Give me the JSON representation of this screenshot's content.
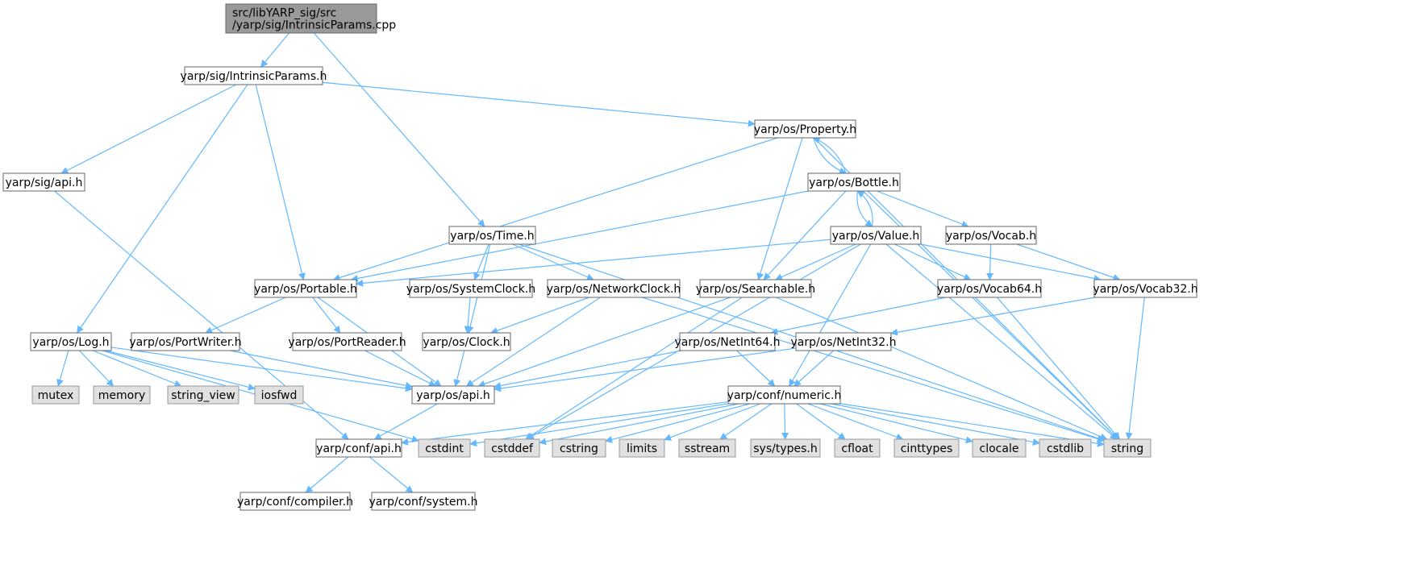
{
  "colors": {
    "edge": "#63b8ff",
    "node_border": "#666666",
    "node_fill": "#ffffff",
    "root_fill": "#999999",
    "system_fill": "#e0e0e0",
    "system_border": "#999999"
  },
  "nodes": [
    {
      "id": "root",
      "label": [
        "src/libYARP_sig/src",
        "/yarp/sig/IntrinsicParams.cpp"
      ],
      "kind": "root"
    },
    {
      "id": "sig_ip_h",
      "label": [
        "yarp/sig/IntrinsicParams.h"
      ],
      "kind": "header"
    },
    {
      "id": "sig_api_h",
      "label": [
        "yarp/sig/api.h"
      ],
      "kind": "header"
    },
    {
      "id": "os_property_h",
      "label": [
        "yarp/os/Property.h"
      ],
      "kind": "header"
    },
    {
      "id": "os_bottle_h",
      "label": [
        "yarp/os/Bottle.h"
      ],
      "kind": "header"
    },
    {
      "id": "os_time_h",
      "label": [
        "yarp/os/Time.h"
      ],
      "kind": "header"
    },
    {
      "id": "os_value_h",
      "label": [
        "yarp/os/Value.h"
      ],
      "kind": "header"
    },
    {
      "id": "os_vocab_h",
      "label": [
        "yarp/os/Vocab.h"
      ],
      "kind": "header"
    },
    {
      "id": "os_portable_h",
      "label": [
        "yarp/os/Portable.h"
      ],
      "kind": "header"
    },
    {
      "id": "os_sysclock_h",
      "label": [
        "yarp/os/SystemClock.h"
      ],
      "kind": "header"
    },
    {
      "id": "os_netclock_h",
      "label": [
        "yarp/os/NetworkClock.h"
      ],
      "kind": "header"
    },
    {
      "id": "os_searchable_h",
      "label": [
        "yarp/os/Searchable.h"
      ],
      "kind": "header"
    },
    {
      "id": "os_vocab64_h",
      "label": [
        "yarp/os/Vocab64.h"
      ],
      "kind": "header"
    },
    {
      "id": "os_vocab32_h",
      "label": [
        "yarp/os/Vocab32.h"
      ],
      "kind": "header"
    },
    {
      "id": "os_log_h",
      "label": [
        "yarp/os/Log.h"
      ],
      "kind": "header"
    },
    {
      "id": "os_portwriter_h",
      "label": [
        "yarp/os/PortWriter.h"
      ],
      "kind": "header"
    },
    {
      "id": "os_portreader_h",
      "label": [
        "yarp/os/PortReader.h"
      ],
      "kind": "header"
    },
    {
      "id": "os_clock_h",
      "label": [
        "yarp/os/Clock.h"
      ],
      "kind": "header"
    },
    {
      "id": "os_netint64_h",
      "label": [
        "yarp/os/NetInt64.h"
      ],
      "kind": "header"
    },
    {
      "id": "os_netint32_h",
      "label": [
        "yarp/os/NetInt32.h"
      ],
      "kind": "header"
    },
    {
      "id": "os_api_h",
      "label": [
        "yarp/os/api.h"
      ],
      "kind": "header"
    },
    {
      "id": "conf_numeric_h",
      "label": [
        "yarp/conf/numeric.h"
      ],
      "kind": "header"
    },
    {
      "id": "conf_api_h",
      "label": [
        "yarp/conf/api.h"
      ],
      "kind": "header"
    },
    {
      "id": "conf_compiler_h",
      "label": [
        "yarp/conf/compiler.h"
      ],
      "kind": "header"
    },
    {
      "id": "conf_system_h",
      "label": [
        "yarp/conf/system.h"
      ],
      "kind": "header"
    },
    {
      "id": "mutex",
      "label": [
        "mutex"
      ],
      "kind": "system"
    },
    {
      "id": "memory",
      "label": [
        "memory"
      ],
      "kind": "system"
    },
    {
      "id": "string_view",
      "label": [
        "string_view"
      ],
      "kind": "system"
    },
    {
      "id": "iosfwd",
      "label": [
        "iosfwd"
      ],
      "kind": "system"
    },
    {
      "id": "cstdint",
      "label": [
        "cstdint"
      ],
      "kind": "system"
    },
    {
      "id": "cstddef",
      "label": [
        "cstddef"
      ],
      "kind": "system"
    },
    {
      "id": "cstring",
      "label": [
        "cstring"
      ],
      "kind": "system"
    },
    {
      "id": "limits",
      "label": [
        "limits"
      ],
      "kind": "system"
    },
    {
      "id": "sstream",
      "label": [
        "sstream"
      ],
      "kind": "system"
    },
    {
      "id": "sys_types_h",
      "label": [
        "sys/types.h"
      ],
      "kind": "system"
    },
    {
      "id": "cfloat",
      "label": [
        "cfloat"
      ],
      "kind": "system"
    },
    {
      "id": "cinttypes",
      "label": [
        "cinttypes"
      ],
      "kind": "system"
    },
    {
      "id": "clocale",
      "label": [
        "clocale"
      ],
      "kind": "system"
    },
    {
      "id": "cstdlib",
      "label": [
        "cstdlib"
      ],
      "kind": "system"
    },
    {
      "id": "string",
      "label": [
        "string"
      ],
      "kind": "system"
    }
  ],
  "edges": [
    [
      "root",
      "sig_ip_h"
    ],
    [
      "root",
      "os_time_h"
    ],
    [
      "sig_ip_h",
      "sig_api_h"
    ],
    [
      "sig_ip_h",
      "os_log_h"
    ],
    [
      "sig_ip_h",
      "os_portable_h"
    ],
    [
      "sig_ip_h",
      "os_property_h"
    ],
    [
      "sig_api_h",
      "conf_api_h"
    ],
    [
      "os_property_h",
      "os_portable_h"
    ],
    [
      "os_property_h",
      "os_searchable_h"
    ],
    [
      "os_property_h",
      "os_bottle_h"
    ],
    [
      "os_property_h",
      "string"
    ],
    [
      "os_bottle_h",
      "os_property_h"
    ],
    [
      "os_bottle_h",
      "os_portable_h"
    ],
    [
      "os_bottle_h",
      "os_searchable_h"
    ],
    [
      "os_bottle_h",
      "os_value_h"
    ],
    [
      "os_bottle_h",
      "os_vocab_h"
    ],
    [
      "os_bottle_h",
      "string"
    ],
    [
      "os_value_h",
      "os_bottle_h"
    ],
    [
      "os_value_h",
      "os_portable_h"
    ],
    [
      "os_value_h",
      "os_searchable_h"
    ],
    [
      "os_value_h",
      "os_vocab64_h"
    ],
    [
      "os_value_h",
      "os_vocab32_h"
    ],
    [
      "os_value_h",
      "conf_numeric_h"
    ],
    [
      "os_value_h",
      "cstddef"
    ],
    [
      "os_value_h",
      "string"
    ],
    [
      "os_vocab_h",
      "os_vocab64_h"
    ],
    [
      "os_vocab_h",
      "os_vocab32_h"
    ],
    [
      "os_time_h",
      "os_sysclock_h"
    ],
    [
      "os_time_h",
      "os_netclock_h"
    ],
    [
      "os_time_h",
      "os_clock_h"
    ],
    [
      "os_time_h",
      "string"
    ],
    [
      "os_portable_h",
      "os_portwriter_h"
    ],
    [
      "os_portable_h",
      "os_portreader_h"
    ],
    [
      "os_portable_h",
      "os_api_h"
    ],
    [
      "os_sysclock_h",
      "os_clock_h"
    ],
    [
      "os_netclock_h",
      "os_clock_h"
    ],
    [
      "os_netclock_h",
      "os_api_h"
    ],
    [
      "os_netclock_h",
      "string"
    ],
    [
      "os_searchable_h",
      "os_api_h"
    ],
    [
      "os_searchable_h",
      "cstddef"
    ],
    [
      "os_searchable_h",
      "string"
    ],
    [
      "os_vocab64_h",
      "os_netint64_h"
    ],
    [
      "os_vocab64_h",
      "string"
    ],
    [
      "os_vocab32_h",
      "os_netint32_h"
    ],
    [
      "os_vocab32_h",
      "string"
    ],
    [
      "os_log_h",
      "mutex"
    ],
    [
      "os_log_h",
      "memory"
    ],
    [
      "os_log_h",
      "string_view"
    ],
    [
      "os_log_h",
      "iosfwd"
    ],
    [
      "os_log_h",
      "os_api_h"
    ],
    [
      "os_log_h",
      "cstdint"
    ],
    [
      "os_portwriter_h",
      "os_api_h"
    ],
    [
      "os_portreader_h",
      "os_api_h"
    ],
    [
      "os_clock_h",
      "os_api_h"
    ],
    [
      "os_netint64_h",
      "os_api_h"
    ],
    [
      "os_netint64_h",
      "conf_numeric_h"
    ],
    [
      "os_netint32_h",
      "os_api_h"
    ],
    [
      "os_netint32_h",
      "conf_numeric_h"
    ],
    [
      "os_api_h",
      "conf_api_h"
    ],
    [
      "conf_numeric_h",
      "conf_api_h"
    ],
    [
      "conf_numeric_h",
      "cstdint"
    ],
    [
      "conf_numeric_h",
      "cstddef"
    ],
    [
      "conf_numeric_h",
      "cstring"
    ],
    [
      "conf_numeric_h",
      "limits"
    ],
    [
      "conf_numeric_h",
      "sstream"
    ],
    [
      "conf_numeric_h",
      "sys_types_h"
    ],
    [
      "conf_numeric_h",
      "cfloat"
    ],
    [
      "conf_numeric_h",
      "cinttypes"
    ],
    [
      "conf_numeric_h",
      "clocale"
    ],
    [
      "conf_numeric_h",
      "cstdlib"
    ],
    [
      "conf_numeric_h",
      "string"
    ],
    [
      "conf_api_h",
      "conf_compiler_h"
    ],
    [
      "conf_api_h",
      "conf_system_h"
    ]
  ]
}
